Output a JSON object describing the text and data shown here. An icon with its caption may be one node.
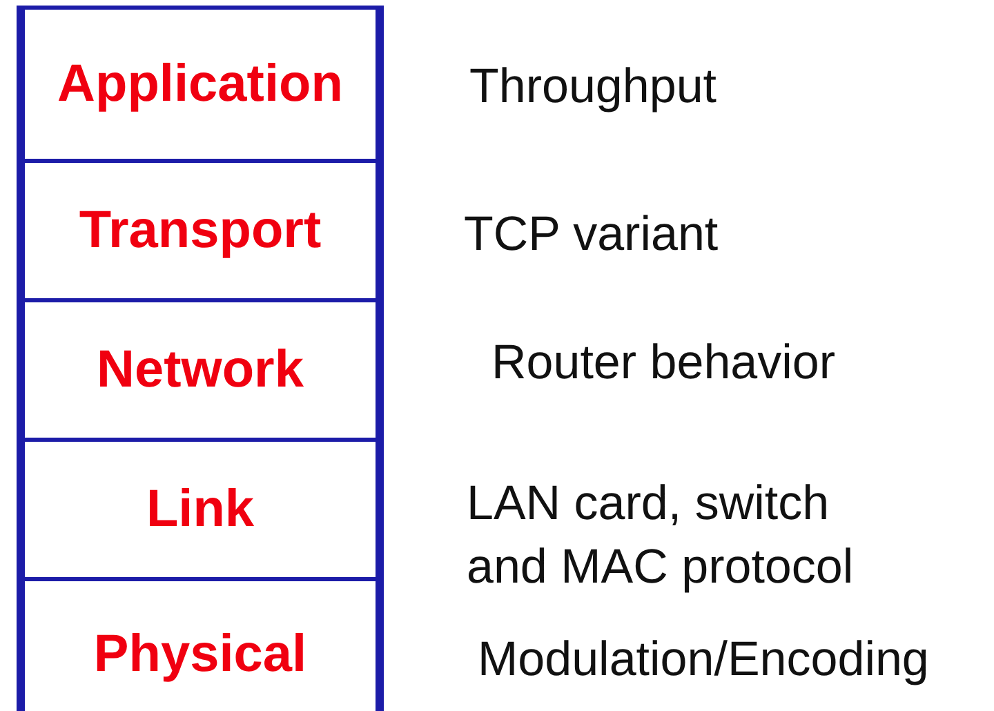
{
  "diagram": {
    "nodes": [
      {
        "text": [
          "Application"
        ],
        "beside": [
          "Throughput"
        ]
      },
      {
        "text": [
          "Transport"
        ],
        "beside": [
          "TCP variant"
        ]
      },
      {
        "text": [
          "Network"
        ],
        "beside": [
          "Router behavior"
        ]
      },
      {
        "text": [
          "Link"
        ],
        "beside": [
          "LAN card, switch and MAC protocol"
        ]
      },
      {
        "text": [
          "Physical"
        ],
        "beside": [
          "Modulation/Encoding"
        ]
      }
    ],
    "edges": []
  }
}
